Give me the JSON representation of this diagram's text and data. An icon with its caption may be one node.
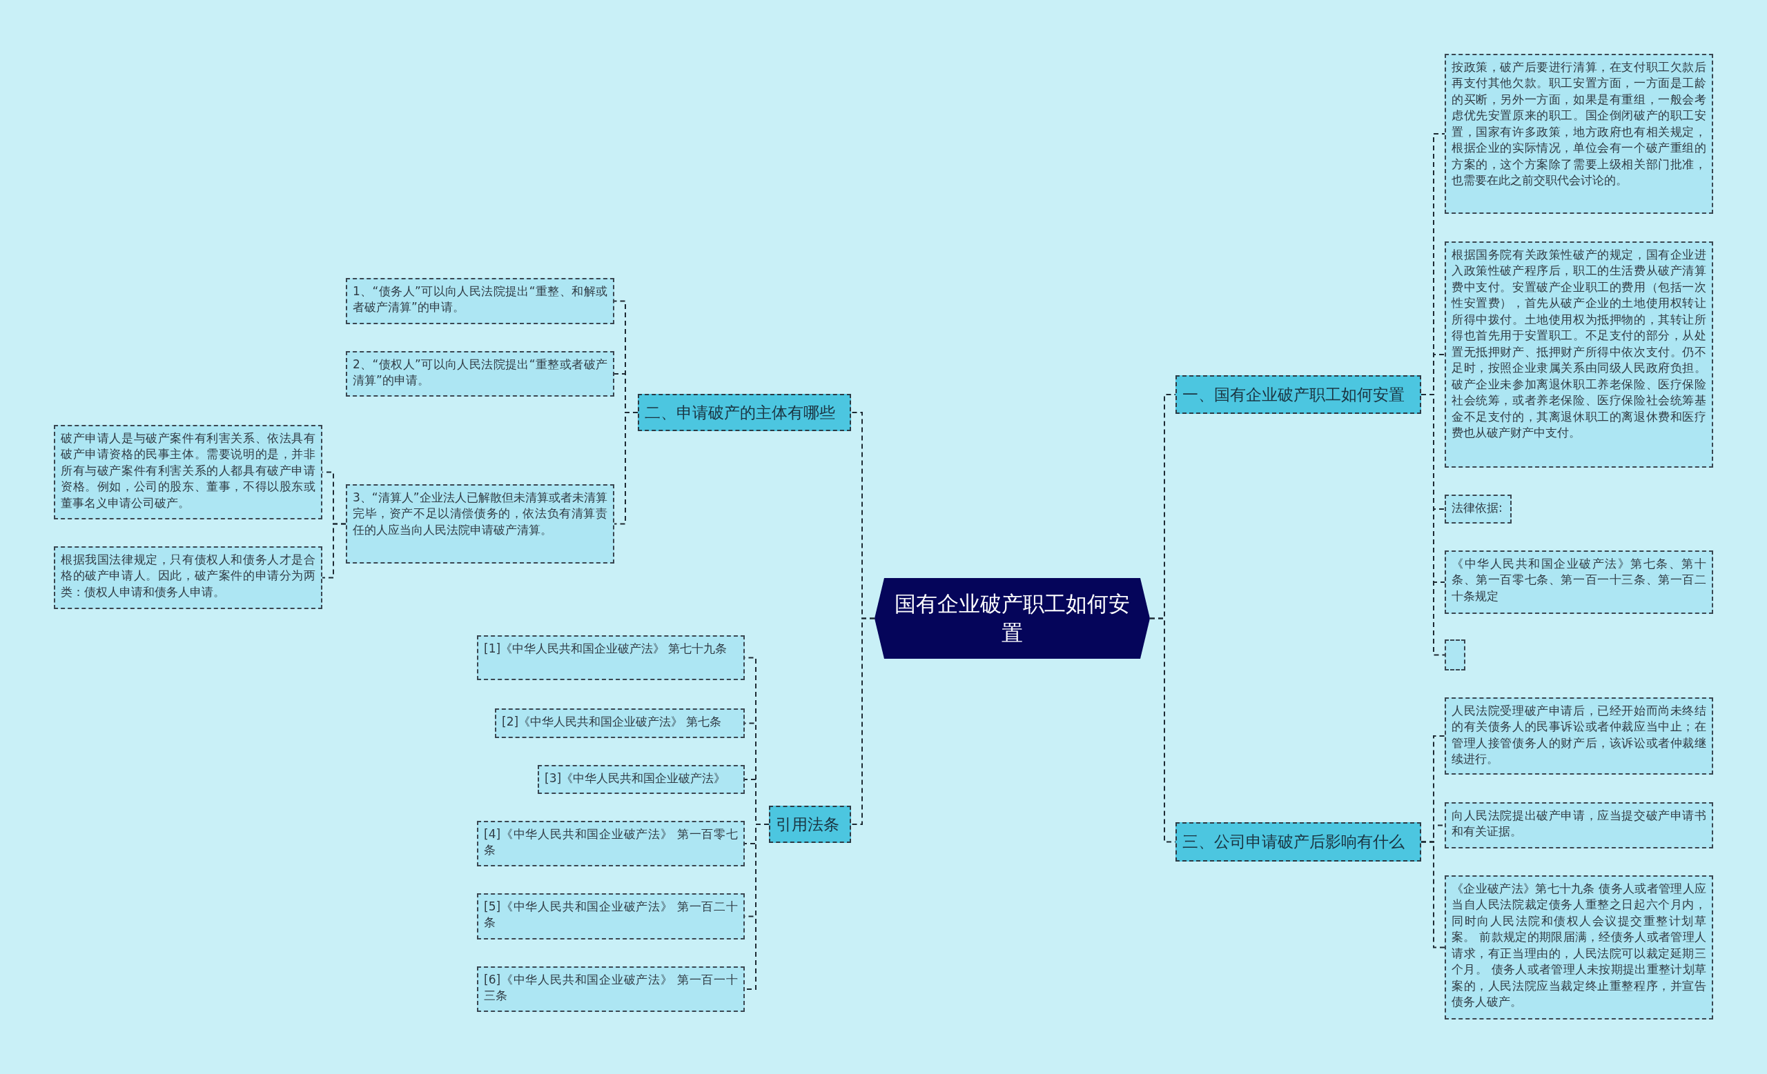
{
  "diagram": {
    "nodes": [
      {
        "text": [
          "国有企业破产职工如何安置"
        ]
      },
      {
        "text": [
          "一、国有企业破产职工如何安置"
        ]
      },
      {
        "text": [
          "按政策，破产后要进行清算，在支付职工欠款后再支付其他欠款。职工安置方面，一方面是工龄的买断，另外一方面，如果是有重组，一般会考虑优先安置原来的职工。国企倒闭破产的职工安置，国家有许多政策，地方政府也有相关规定，根据企业的实际情况，单位会有一个破产重组的方案的，这个方案除了需要上级相关部门批准，也需要在此之前交职代会讨论的。"
        ]
      },
      {
        "text": [
          "根据国务院有关政策性破产的规定，国有企业进入政策性破产程序后，职工的生活费从破产清算费中支付。安置破产企业职工的费用（包括一次性安置费），首先从破产企业的土地使用权转让所得中拨付。土地使用权为抵押物的，其转让所得也首先用于安置职工。不足支付的部分，从处置无抵押财产、抵押财产所得中依次支付。仍不足时，按照企业隶属关系由同级人民政府负担。破产企业未参加离退休职工养老保险、医疗保险社会统筹，或者养老保险、医疗保险社会统筹基金不足支付的，其离退休职工的离退休费和医疗费也从破产财产中支付。"
        ]
      },
      {
        "text": [
          "法律依据:"
        ]
      },
      {
        "text": [
          "《中华人民共和国企业破产法》第七条、第十条、第一百零七条、第一百一十三条、第一百二十条规定"
        ]
      },
      {
        "text": [],
        "shape": "box"
      },
      {
        "text": [
          "三、公司申请破产后影响有什么"
        ]
      },
      {
        "text": [
          "人民法院受理破产申请后，已经开始而尚未终结的有关债务人的民事诉讼或者仲裁应当中止；在管理人接管债务人的财产后，该诉讼或者仲裁继续进行。"
        ]
      },
      {
        "text": [
          "向人民法院提出破产申请，应当提交破产申请书和有关证据。"
        ]
      },
      {
        "text": [
          "《企业破产法》第七十九条 债务人或者管理人应当自人民法院裁定债务人重整之日起六个月内，同时向人民法院和债权人会议提交重整计划草案。 前款规定的期限届满，经债务人或者管理人请求，有正当理由的，人民法院可以裁定延期三个月。 债务人或者管理人未按期提出重整计划草案的，人民法院应当裁定终止重整程序，并宣告债务人破产。"
        ]
      },
      {
        "text": [
          "二、申请破产的主体有哪些"
        ]
      },
      {
        "text": [
          "1、“债务人”可以向人民法院提出“重整、和解或者破产清算”的申请。"
        ]
      },
      {
        "text": [
          "2、“债权人”可以向人民法院提出“重整或者破产清算”的申请。"
        ]
      },
      {
        "text": [
          "3、“清算人”企业法人已解散但未清算或者未清算完毕，资产不足以清偿债务的，依法负有清算责任的人应当向人民法院申请破产清算。"
        ]
      },
      {
        "text": [
          "破产申请人是与破产案件有利害关系、依法具有破产申请资格的民事主体。需要说明的是，并非所有与破产案件有利害关系的人都具有破产申请资格。例如，公司的股东、董事，不得以股东或董事名义申请公司破产。"
        ]
      },
      {
        "text": [
          "根据我国法律规定，只有债权人和债务人才是合格的破产申请人。因此，破产案件的申请分为两类：债权人申请和债务人申请。"
        ]
      },
      {
        "text": [
          "引用法条"
        ]
      },
      {
        "text": [
          "[1]《中华人民共和国企业破产法》 第七十九条"
        ]
      },
      {
        "text": [
          "[2]《中华人民共和国企业破产法》 第七条"
        ]
      },
      {
        "text": [
          "[3]《中华人民共和国企业破产法》"
        ]
      },
      {
        "text": [
          "[4]《中华人民共和国企业破产法》 第一百零七条"
        ]
      },
      {
        "text": [
          "[5]《中华人民共和国企业破产法》 第一百二十条"
        ]
      },
      {
        "text": [
          "[6]《中华人民共和国企业破产法》 第一百一十三条"
        ]
      }
    ],
    "edges": [
      {
        "from": 0,
        "to": 1,
        "arrow": "none"
      },
      {
        "from": 1,
        "to": 2,
        "arrow": "none"
      },
      {
        "from": 1,
        "to": 3,
        "arrow": "none"
      },
      {
        "from": 1,
        "to": 4,
        "arrow": "none"
      },
      {
        "from": 1,
        "to": 5,
        "arrow": "none"
      },
      {
        "from": 1,
        "to": 6,
        "arrow": "none"
      },
      {
        "from": 0,
        "to": 7,
        "arrow": "none"
      },
      {
        "from": 7,
        "to": 8,
        "arrow": "none"
      },
      {
        "from": 7,
        "to": 9,
        "arrow": "none"
      },
      {
        "from": 7,
        "to": 10,
        "arrow": "none"
      },
      {
        "from": 0,
        "to": 11,
        "arrow": "none"
      },
      {
        "from": 11,
        "to": 12,
        "arrow": "none"
      },
      {
        "from": 11,
        "to": 13,
        "arrow": "none"
      },
      {
        "from": 11,
        "to": 14,
        "arrow": "none"
      },
      {
        "from": 14,
        "to": 15,
        "arrow": "none"
      },
      {
        "from": 14,
        "to": 16,
        "arrow": "none"
      },
      {
        "from": 0,
        "to": 17,
        "arrow": "none"
      },
      {
        "from": 17,
        "to": 18,
        "arrow": "none"
      },
      {
        "from": 17,
        "to": 19,
        "arrow": "none"
      },
      {
        "from": 17,
        "to": 20,
        "arrow": "none"
      },
      {
        "from": 17,
        "to": 21,
        "arrow": "none"
      },
      {
        "from": 17,
        "to": 22,
        "arrow": "none"
      },
      {
        "from": 17,
        "to": 23,
        "arrow": "none"
      }
    ]
  }
}
